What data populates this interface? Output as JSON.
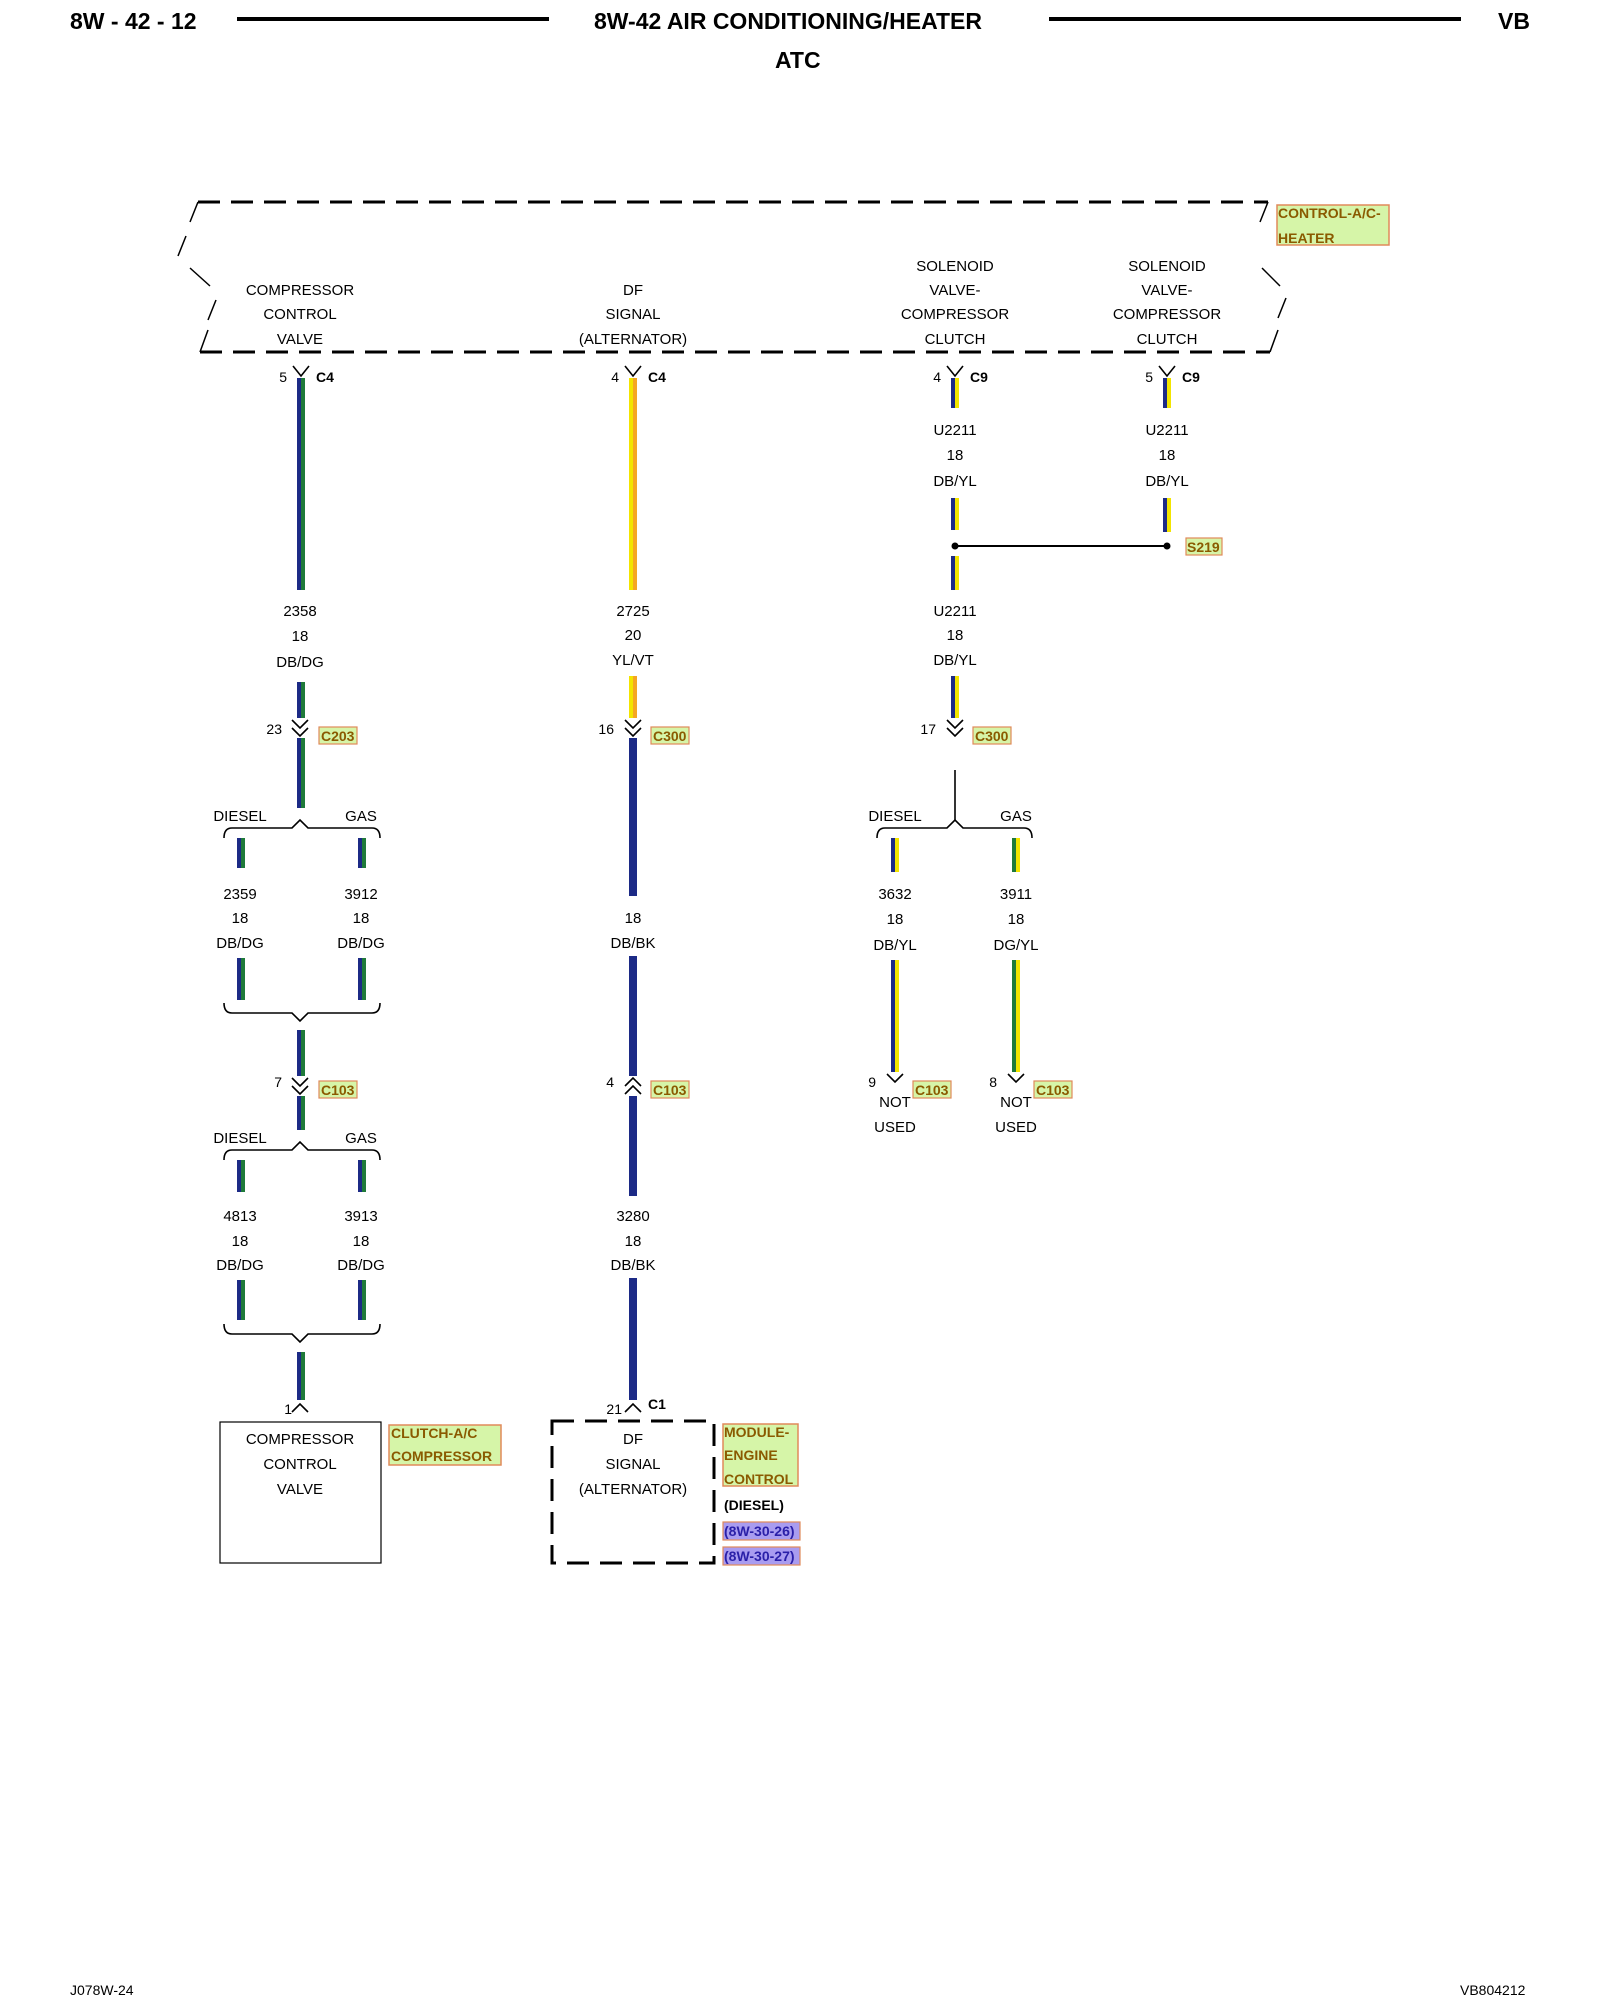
{
  "header": {
    "page_number": "8W - 42 - 12",
    "section_title": "8W-42 AIR CONDITIONING/HEATER",
    "subtitle": "ATC",
    "vehicle_code": "VB"
  },
  "footer": {
    "left_code": "J078W-24",
    "right_code": "VB804212"
  },
  "colors": {
    "db": "#1c2a86",
    "dg": "#1f7a3a",
    "yl": "#f2e400",
    "vt": "#f5a623",
    "green_label_bg": "#d6f5a8",
    "green_label_border": "#e08a5a",
    "green_label_text": "#8a5a00",
    "blue_label_bg": "#a99cf0",
    "blue_label_text": "#2a1fa8"
  },
  "module_top": {
    "name": "CONTROL-A/C-HEATER",
    "pins": [
      {
        "label": [
          "COMPRESSOR",
          "CONTROL",
          "VALVE"
        ],
        "pin": "5",
        "connector": "C4"
      },
      {
        "label": [
          "DF",
          "SIGNAL",
          "(ALTERNATOR)"
        ],
        "pin": "4",
        "connector": "C4"
      },
      {
        "label": [
          "SOLENOID",
          "VALVE-",
          "COMPRESSOR",
          "CLUTCH"
        ],
        "pin": "4",
        "connector": "C9"
      },
      {
        "label": [
          "SOLENOID",
          "VALVE-",
          "COMPRESSOR",
          "CLUTCH"
        ],
        "pin": "5",
        "connector": "C9"
      }
    ]
  },
  "wires": [
    {
      "circuit": "U2211",
      "gauge": "18",
      "color": "DB/YL"
    },
    {
      "circuit": "U2211",
      "gauge": "18",
      "color": "DB/YL"
    },
    {
      "circuit": "2358",
      "gauge": "18",
      "color": "DB/DG"
    },
    {
      "circuit": "2725",
      "gauge": "20",
      "color": "YL/VT"
    },
    {
      "circuit": "U2211",
      "gauge": "18",
      "color": "DB/YL"
    },
    {
      "circuit": "2359",
      "gauge": "18",
      "color": "DB/DG"
    },
    {
      "circuit": "3912",
      "gauge": "18",
      "color": "DB/DG"
    },
    {
      "circuit": "",
      "gauge": "18",
      "color": "DB/BK"
    },
    {
      "circuit": "3632",
      "gauge": "18",
      "color": "DB/YL"
    },
    {
      "circuit": "3911",
      "gauge": "18",
      "color": "DG/YL"
    },
    {
      "circuit": "4813",
      "gauge": "18",
      "color": "DB/DG"
    },
    {
      "circuit": "3913",
      "gauge": "18",
      "color": "DB/DG"
    },
    {
      "circuit": "3280",
      "gauge": "18",
      "color": "DB/BK"
    }
  ],
  "splice": "S219",
  "connectors": [
    {
      "pin": "23",
      "name": "C203"
    },
    {
      "pin": "16",
      "name": "C300"
    },
    {
      "pin": "17",
      "name": "C300"
    },
    {
      "pin": "7",
      "name": "C103"
    },
    {
      "pin": "4",
      "name": "C103"
    },
    {
      "pin": "9",
      "name": "C103"
    },
    {
      "pin": "8",
      "name": "C103"
    }
  ],
  "branch_labels": {
    "diesel": "DIESEL",
    "gas": "GAS"
  },
  "not_used": [
    "NOT",
    "USED"
  ],
  "bottom_components": [
    {
      "name": "CLUTCH-A/C COMPRESSOR",
      "pin": "1",
      "label": [
        "COMPRESSOR",
        "CONTROL",
        "VALVE"
      ]
    },
    {
      "name": "MODULE-ENGINE CONTROL",
      "pin": "21",
      "connector": "C1",
      "label": [
        "DF",
        "SIGNAL",
        "(ALTERNATOR)"
      ],
      "note": "(DIESEL)",
      "refs": [
        "(8W-30-26)",
        "(8W-30-27)"
      ]
    }
  ],
  "tags": {
    "control_ac_heater": [
      "CONTROL-A/C-",
      "HEATER"
    ],
    "clutch_ac_compressor": [
      "CLUTCH-A/C",
      "COMPRESSOR"
    ],
    "module_engine_control": [
      "MODULE-",
      "ENGINE",
      "CONTROL"
    ]
  }
}
